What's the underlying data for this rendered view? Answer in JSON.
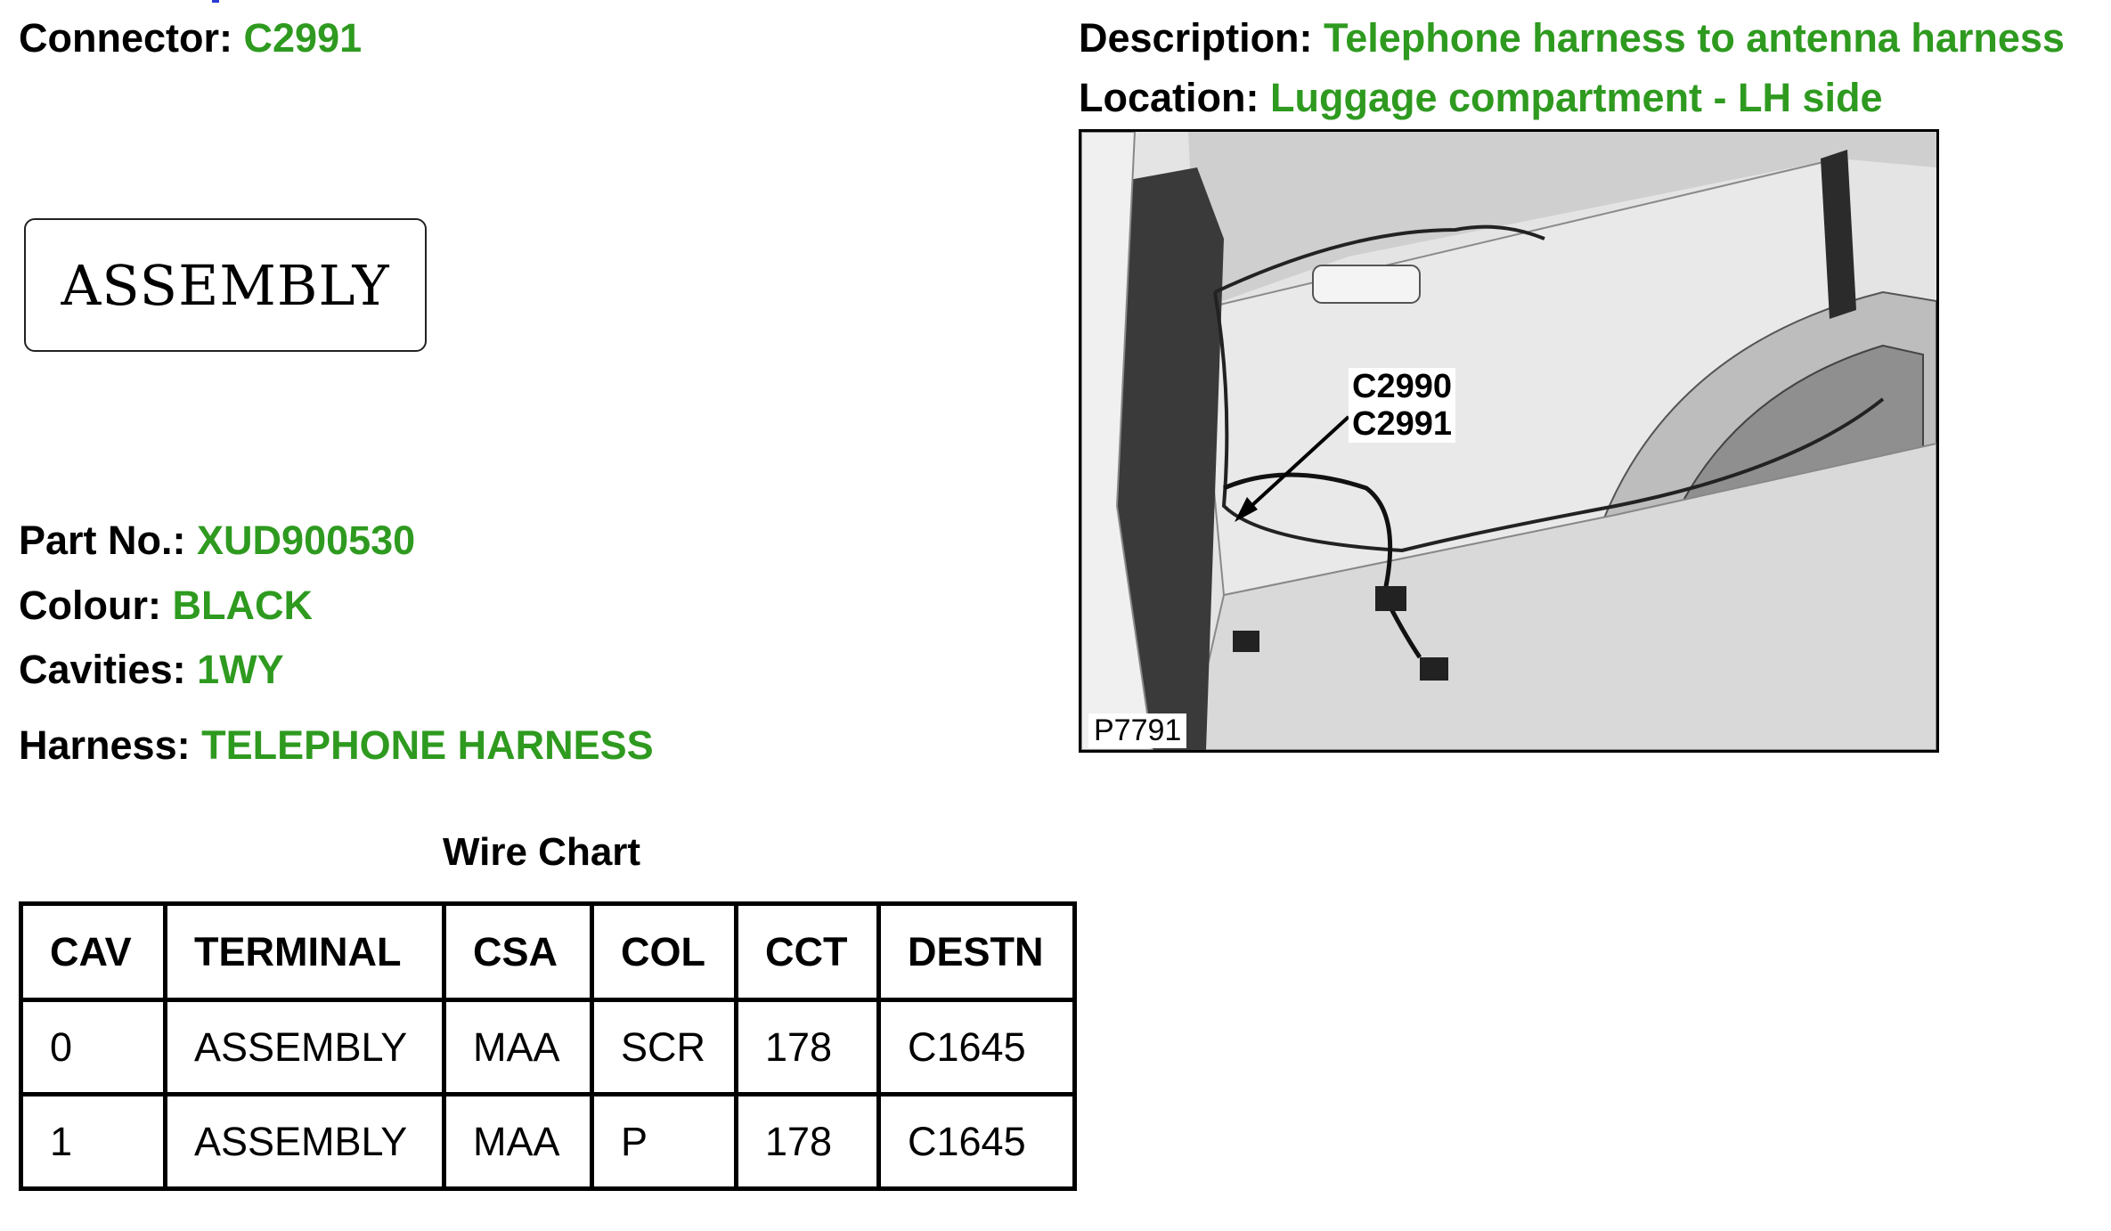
{
  "connector": {
    "label": "Connector:",
    "value": "C2991"
  },
  "description": {
    "label": "Description:",
    "value": "Telephone harness to antenna harness"
  },
  "location": {
    "label": "Location:",
    "value": "Luggage compartment - LH side"
  },
  "face_view_label": "ASSEMBLY",
  "part_no": {
    "label": "Part No.:",
    "value": "XUD900530"
  },
  "colour": {
    "label": "Colour:",
    "value": "BLACK"
  },
  "cavities": {
    "label": "Cavities:",
    "value": "1WY"
  },
  "harness": {
    "label": "Harness:",
    "value": "TELEPHONE HARNESS"
  },
  "wire_chart": {
    "title": "Wire Chart",
    "headers": [
      "CAV",
      "TERMINAL",
      "CSA",
      "COL",
      "CCT",
      "DESTN"
    ],
    "rows": [
      [
        "0",
        "ASSEMBLY",
        "MAA",
        "SCR",
        "178",
        "C1645"
      ],
      [
        "1",
        "ASSEMBLY",
        "MAA",
        "P",
        "178",
        "C1645"
      ]
    ]
  },
  "location_image": {
    "callout_lines": [
      "C2990",
      "C2991"
    ],
    "image_id": "P7791"
  },
  "colors": {
    "value_green": "#2e9a1f"
  }
}
